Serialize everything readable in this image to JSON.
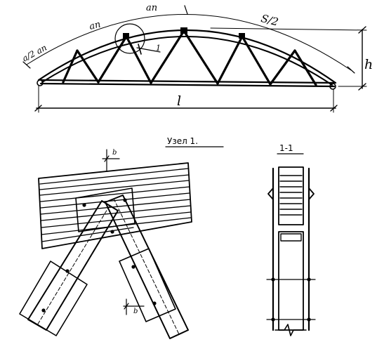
{
  "truss_elevation": {
    "label_panel_left": "a/2 an",
    "label_panel": "an",
    "label_panel_top": "an",
    "label_length_arc": "S/2",
    "label_height": "h",
    "label_span": "l",
    "label_section_mark": "1"
  },
  "node_detail": {
    "title": "Узел 1.",
    "label_dim_top": "b",
    "label_dim_bottom": "b"
  },
  "section_view": {
    "title": "1-1"
  },
  "colors": {
    "ink": "#000000",
    "paper": "#ffffff"
  }
}
